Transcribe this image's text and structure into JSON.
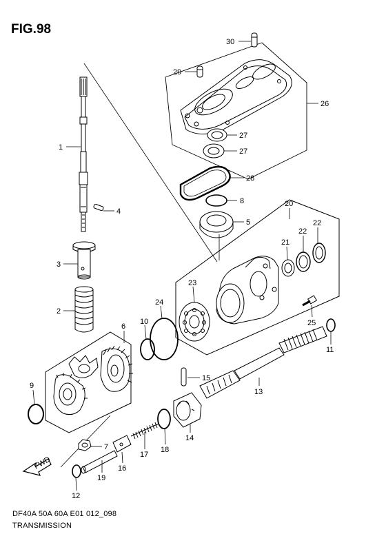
{
  "figure": {
    "title": "FIG.98",
    "code": "DF40A 50A 60A E01 012_098",
    "name": "TRANSMISSION"
  },
  "callouts": [
    {
      "id": "30",
      "label": "30"
    },
    {
      "id": "29",
      "label": "29"
    },
    {
      "id": "26",
      "label": "26"
    },
    {
      "id": "27a",
      "label": "27"
    },
    {
      "id": "27b",
      "label": "27"
    },
    {
      "id": "28",
      "label": "28"
    },
    {
      "id": "8",
      "label": "8"
    },
    {
      "id": "5",
      "label": "5"
    },
    {
      "id": "1",
      "label": "1"
    },
    {
      "id": "4",
      "label": "4"
    },
    {
      "id": "3",
      "label": "3"
    },
    {
      "id": "2",
      "label": "2"
    },
    {
      "id": "20",
      "label": "20"
    },
    {
      "id": "22a",
      "label": "22"
    },
    {
      "id": "22b",
      "label": "22"
    },
    {
      "id": "21",
      "label": "21"
    },
    {
      "id": "23",
      "label": "23"
    },
    {
      "id": "24",
      "label": "24"
    },
    {
      "id": "10",
      "label": "10"
    },
    {
      "id": "25",
      "label": "25"
    },
    {
      "id": "11",
      "label": "11"
    },
    {
      "id": "6",
      "label": "6"
    },
    {
      "id": "9",
      "label": "9"
    },
    {
      "id": "15",
      "label": "15"
    },
    {
      "id": "13",
      "label": "13"
    },
    {
      "id": "14",
      "label": "14"
    },
    {
      "id": "7",
      "label": "7"
    },
    {
      "id": "18",
      "label": "18"
    },
    {
      "id": "17",
      "label": "17"
    },
    {
      "id": "16",
      "label": "16"
    },
    {
      "id": "19",
      "label": "19"
    },
    {
      "id": "12",
      "label": "12"
    }
  ],
  "fwd_label": "FWD"
}
